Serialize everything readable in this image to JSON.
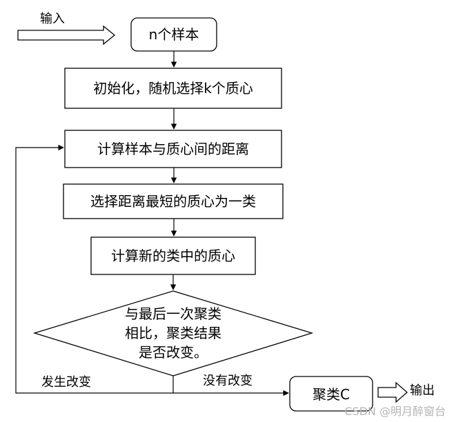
{
  "diagram": {
    "input_label": "输入",
    "start": "n个样本",
    "init": "初始化，随机选择k个质心",
    "compute_dist": "计算样本与质心间的距离",
    "assign": "选择距离最短的质心为一类",
    "recompute": "计算新的类中的质心",
    "decision": {
      "line1": "与最后一次聚类",
      "line2": "相比，聚类结果",
      "line3": "是否改变。"
    },
    "yes_label": "发生改变",
    "no_label": "没有改变",
    "result": "聚类C",
    "output_label": "输出"
  },
  "watermark": "CSDN @明月醉窗台"
}
